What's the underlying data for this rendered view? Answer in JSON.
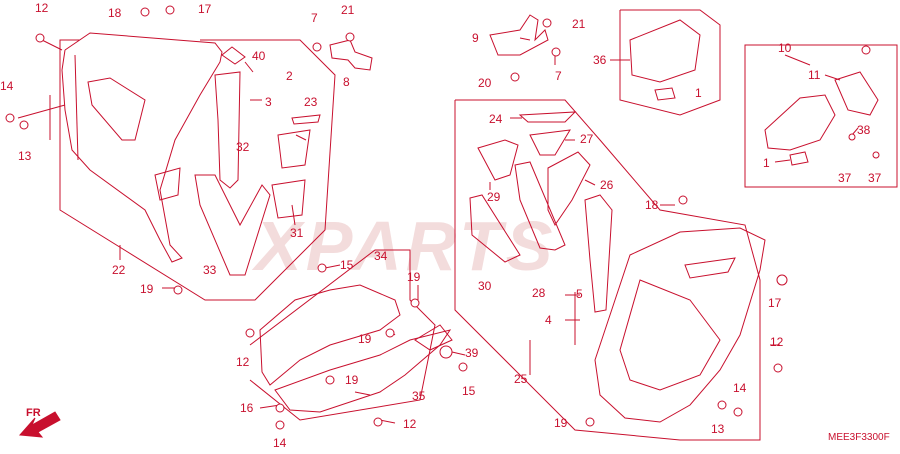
{
  "diagram": {
    "accent_color": "#c8102e",
    "watermark": "XPARTS",
    "diagram_code": "MEE3F3300F",
    "direction_label": "FR",
    "callouts": [
      {
        "id": "c12a",
        "text": "12"
      },
      {
        "id": "c18a",
        "text": "18"
      },
      {
        "id": "c17a",
        "text": "17"
      },
      {
        "id": "c7a",
        "text": "7"
      },
      {
        "id": "c21a",
        "text": "21"
      },
      {
        "id": "c40",
        "text": "40"
      },
      {
        "id": "c2",
        "text": "2"
      },
      {
        "id": "c3",
        "text": "3"
      },
      {
        "id": "c8",
        "text": "8"
      },
      {
        "id": "c14a",
        "text": "14"
      },
      {
        "id": "c13a",
        "text": "13"
      },
      {
        "id": "c23",
        "text": "23"
      },
      {
        "id": "c32",
        "text": "32"
      },
      {
        "id": "c31",
        "text": "31"
      },
      {
        "id": "c22",
        "text": "22"
      },
      {
        "id": "c33",
        "text": "33"
      },
      {
        "id": "c19a",
        "text": "19"
      },
      {
        "id": "c15a",
        "text": "15"
      },
      {
        "id": "c34",
        "text": "34"
      },
      {
        "id": "c19b",
        "text": "19"
      },
      {
        "id": "c12b",
        "text": "12"
      },
      {
        "id": "c19c",
        "text": "19"
      },
      {
        "id": "c19d",
        "text": "19"
      },
      {
        "id": "c39",
        "text": "39"
      },
      {
        "id": "c15b",
        "text": "15"
      },
      {
        "id": "c16",
        "text": "16"
      },
      {
        "id": "c35",
        "text": "35"
      },
      {
        "id": "c14b",
        "text": "14"
      },
      {
        "id": "c12c",
        "text": "12"
      },
      {
        "id": "c9",
        "text": "9"
      },
      {
        "id": "c21b",
        "text": "21"
      },
      {
        "id": "c20",
        "text": "20"
      },
      {
        "id": "c7b",
        "text": "7"
      },
      {
        "id": "c36",
        "text": "36"
      },
      {
        "id": "c1a",
        "text": "1"
      },
      {
        "id": "c24",
        "text": "24"
      },
      {
        "id": "c27",
        "text": "27"
      },
      {
        "id": "c29",
        "text": "29"
      },
      {
        "id": "c26",
        "text": "26"
      },
      {
        "id": "c18b",
        "text": "18"
      },
      {
        "id": "c30",
        "text": "30"
      },
      {
        "id": "c28",
        "text": "28"
      },
      {
        "id": "c5",
        "text": "5"
      },
      {
        "id": "c4",
        "text": "4"
      },
      {
        "id": "c25",
        "text": "25"
      },
      {
        "id": "c19e",
        "text": "19"
      },
      {
        "id": "c10",
        "text": "10"
      },
      {
        "id": "c11",
        "text": "11"
      },
      {
        "id": "c38",
        "text": "38"
      },
      {
        "id": "c1b",
        "text": "1"
      },
      {
        "id": "c37a",
        "text": "37"
      },
      {
        "id": "c37b",
        "text": "37"
      },
      {
        "id": "c17b",
        "text": "17"
      },
      {
        "id": "c12d",
        "text": "12"
      },
      {
        "id": "c14c",
        "text": "14"
      },
      {
        "id": "c13b",
        "text": "13"
      }
    ]
  }
}
